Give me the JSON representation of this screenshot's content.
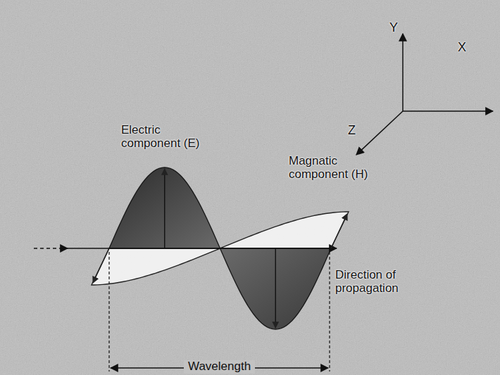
{
  "diagram": {
    "labels": [
      "Y",
      "X",
      "Z",
      "Electric component (E)",
      "Magnatic component (H)",
      "Direction of propagation",
      "Wavelength"
    ]
  }
}
